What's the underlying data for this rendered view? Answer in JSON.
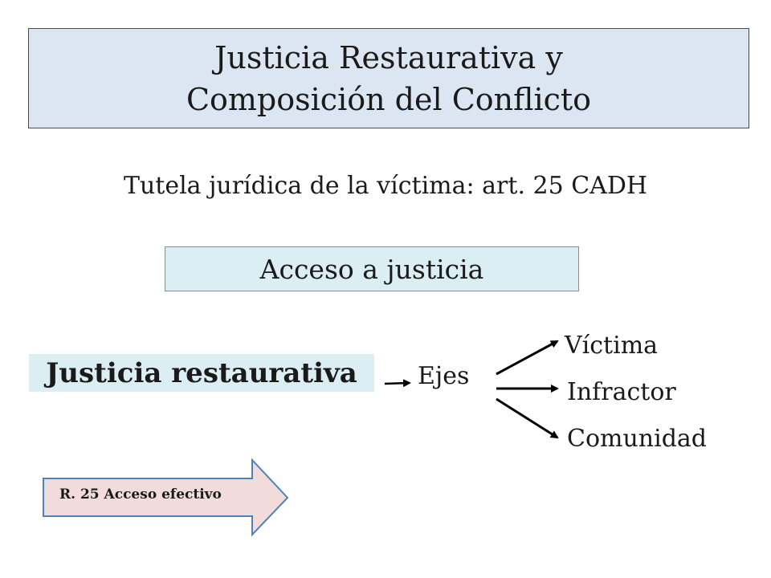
{
  "title": {
    "line1": "Justicia Restaurativa y",
    "line2": "Composición del Conflicto"
  },
  "subtitle": "Tutela jurídica de la víctima: art. 25 CADH",
  "access_box": "Acceso a justicia",
  "diagram": {
    "root": "Justicia restaurativa",
    "hub": "Ejes",
    "branches": [
      "Víctima",
      "Infractor",
      "Comunidad"
    ]
  },
  "arrow_note": "R. 25 Acceso efectivo",
  "colors": {
    "title_fill": "#dce6f2",
    "label_fill": "#dbeef4",
    "arrow_fill": "#f2dcdb",
    "arrow_stroke": "#4f81bd"
  }
}
